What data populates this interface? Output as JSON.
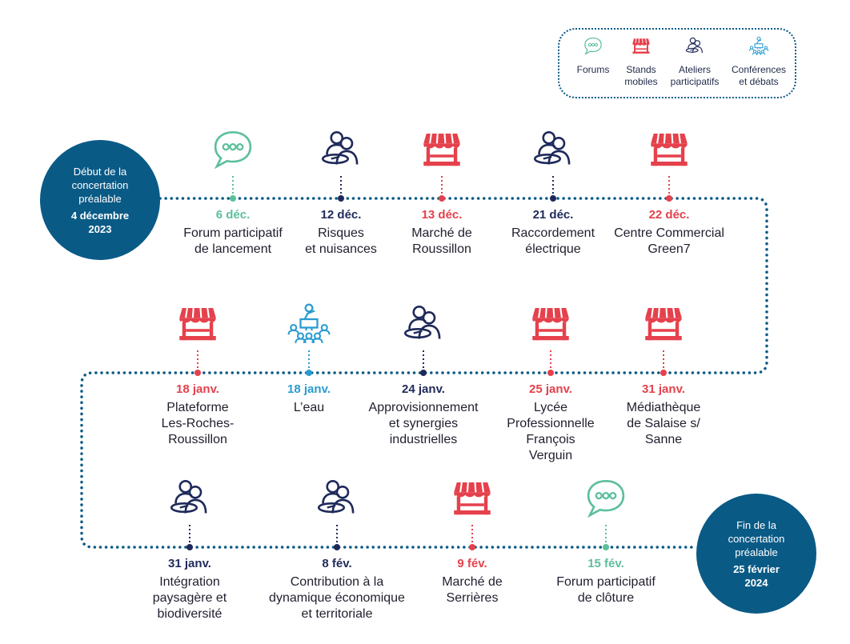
{
  "colors": {
    "navy": "#1f2a5a",
    "red": "#e5414c",
    "teal": "#5cbf9b",
    "blue": "#2a9bd1",
    "circle": "#0a5a86"
  },
  "legend": {
    "items": [
      {
        "icon": "forum-icon",
        "lines": [
          "Forums"
        ]
      },
      {
        "icon": "stand-icon",
        "lines": [
          "Stands",
          "mobiles"
        ]
      },
      {
        "icon": "workshop-icon",
        "lines": [
          "Ateliers",
          "participatifs"
        ]
      },
      {
        "icon": "conference-icon",
        "lines": [
          "Conférences",
          "et débats"
        ]
      }
    ]
  },
  "start": {
    "lines": [
      "Début de la",
      "concertation",
      "préalable"
    ],
    "date_lines": [
      "4 décembre",
      "2023"
    ]
  },
  "end": {
    "lines": [
      "Fin de la",
      "concertation",
      "préalable"
    ],
    "date_lines": [
      "25 février",
      "2024"
    ]
  },
  "events": [
    {
      "date": "6 déc.",
      "type": "forum",
      "lines": [
        "Forum participatif",
        "de lancement"
      ]
    },
    {
      "date": "12 déc.",
      "type": "workshop",
      "lines": [
        "Risques",
        "et nuisances"
      ]
    },
    {
      "date": "13 déc.",
      "type": "stand",
      "lines": [
        "Marché de",
        "Roussillon"
      ]
    },
    {
      "date": "21 déc.",
      "type": "workshop",
      "lines": [
        "Raccordement",
        "électrique"
      ]
    },
    {
      "date": "22 déc.",
      "type": "stand",
      "lines": [
        "Centre Commercial",
        "Green7"
      ]
    },
    {
      "date": "18 janv.",
      "type": "stand",
      "lines": [
        "Plateforme",
        "Les-Roches-",
        "Roussillon"
      ]
    },
    {
      "date": "18 janv.",
      "type": "conference",
      "lines": [
        "L’eau"
      ]
    },
    {
      "date": "24 janv.",
      "type": "workshop",
      "lines": [
        "Approvisionnement",
        "et synergies",
        "industrielles"
      ]
    },
    {
      "date": "25 janv.",
      "type": "stand",
      "lines": [
        "Lycée",
        "Professionnelle",
        "François",
        "Verguin"
      ]
    },
    {
      "date": "31 janv.",
      "type": "stand",
      "lines": [
        "Médiathèque",
        "de Salaise s/",
        "Sanne"
      ]
    },
    {
      "date": "31 janv.",
      "type": "workshop",
      "lines": [
        "Intégration",
        "paysagère et",
        "biodiversité"
      ]
    },
    {
      "date": "8 fév.",
      "type": "workshop",
      "lines": [
        "Contribution à la",
        "dynamique économique",
        "et territoriale"
      ]
    },
    {
      "date": "9 fév.",
      "type": "stand",
      "lines": [
        "Marché de",
        "Serrières"
      ]
    },
    {
      "date": "15 fév.",
      "type": "forum",
      "lines": [
        "Forum participatif",
        "de clôture"
      ]
    }
  ]
}
